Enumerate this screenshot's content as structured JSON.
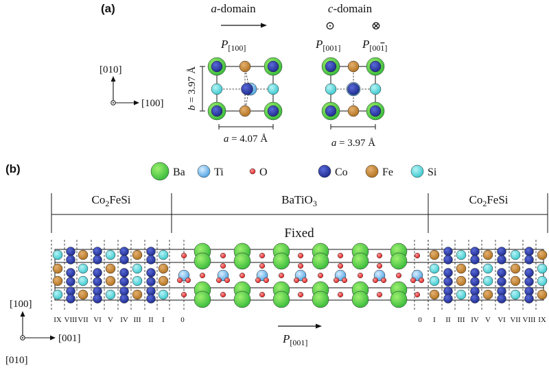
{
  "panels": {
    "a": "(a)",
    "b": "(b)"
  },
  "panel_a": {
    "a_domain": {
      "letter": "a",
      "suffix": "-domain"
    },
    "c_domain": {
      "letter": "c",
      "suffix": "-domain"
    },
    "p100": {
      "base": "P",
      "sub": "[100]"
    },
    "p001": {
      "base": "P",
      "sub": "[001]"
    },
    "p001bar": {
      "base": "P",
      "sub_pre": "[00",
      "sub_bar": "1",
      "sub_post": "]"
    },
    "axis_010": "[010]",
    "axis_100": "[100]",
    "b_label": {
      "letter": "b",
      "value": " = 3.97 Å"
    },
    "a_label_left": {
      "letter": "a",
      "value": " = 4.07 Å"
    },
    "a_label_right": {
      "letter": "a",
      "value": " = 3.97 Å"
    },
    "out_of_plane_symbol": "⊙",
    "into_plane_symbol": "⊗"
  },
  "legend": [
    {
      "label": "Ba",
      "species": "ba"
    },
    {
      "label": "Ti",
      "species": "ti"
    },
    {
      "label": "O",
      "species": "o"
    },
    {
      "label": "Co",
      "species": "co"
    },
    {
      "label": "Fe",
      "species": "fe"
    },
    {
      "label": "Si",
      "species": "si"
    }
  ],
  "colors": {
    "ba": "#35b83a",
    "ba_light": "#9ef06f",
    "ti": "#4a9fe0",
    "ti_light": "#d8eeff",
    "o": "#e01818",
    "o_light": "#ff9a9a",
    "co": "#1c2a8c",
    "co_light": "#5a6ad8",
    "fe": "#b0701c",
    "fe_light": "#e4b070",
    "si": "#36c6cc",
    "si_light": "#b6f4f6"
  },
  "panel_b": {
    "left_material": {
      "base": "Co",
      "sub": "2",
      "rest": "FeSi"
    },
    "center_material": {
      "base": "BaTiO",
      "sub": "3"
    },
    "right_material": {
      "base": "Co",
      "sub": "2",
      "rest": "FeSi"
    },
    "fixed_label": "Fixed",
    "left_layers": [
      "IX",
      "VIII",
      "VII",
      "VI",
      "V",
      "IV",
      "III",
      "II",
      "I",
      "0"
    ],
    "right_layers": [
      "0",
      "I",
      "II",
      "III",
      "IV",
      "V",
      "VI",
      "VII",
      "VIII",
      "IX"
    ],
    "axis_100": "[100]",
    "axis_001": "[001]",
    "axis_010": "[010]",
    "polarization": {
      "base": "P",
      "sub": "[001]"
    }
  }
}
